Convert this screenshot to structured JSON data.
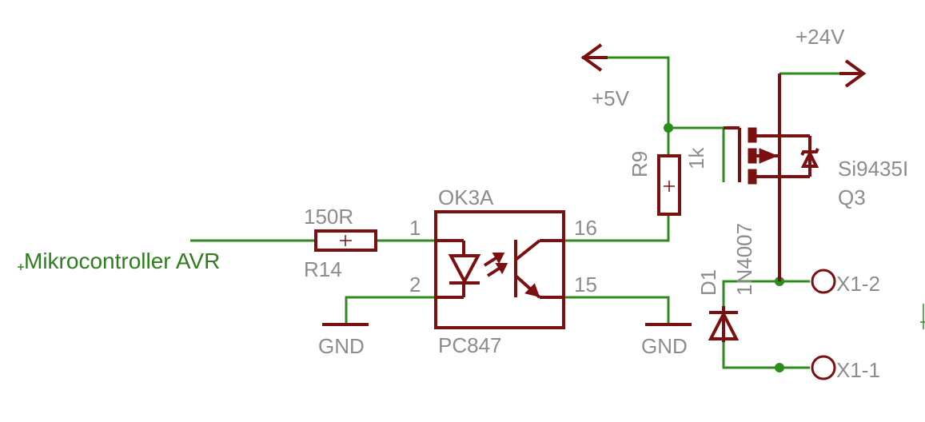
{
  "net_label": "Mikrocontroller AVR",
  "resistors": {
    "r14": {
      "value": "150R",
      "name": "R14"
    },
    "r9": {
      "value": "1k",
      "name": "R9"
    }
  },
  "optocoupler": {
    "name": "OK3A",
    "value": "PC847",
    "pins": {
      "p1": "1",
      "p2": "2",
      "p16": "16",
      "p15": "15"
    }
  },
  "supplies": {
    "v5": "+5V",
    "v24": "+24V",
    "gnd_left": "GND",
    "gnd_right": "GND"
  },
  "mosfet": {
    "value": "Si9435I",
    "name": "Q3"
  },
  "diode": {
    "name": "D1",
    "value": "1N4007"
  },
  "connectors": {
    "x1_2": "X1-2",
    "x1_1": "X1-1"
  }
}
